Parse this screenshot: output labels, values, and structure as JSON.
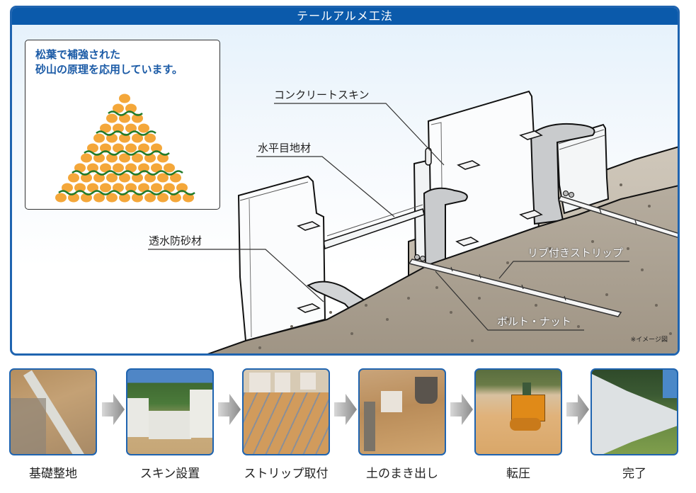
{
  "header": {
    "title": "テールアルメ工法"
  },
  "principle": {
    "line1": "松葉で補強された",
    "line2": "砂山の原理を応用しています。",
    "colors": {
      "sand_ball": "#f4a73a",
      "pine_needle": "#1f7a2a",
      "text": "#1a5aa6"
    }
  },
  "callouts": {
    "concrete_skin": "コンクリートスキン",
    "horizontal_joint": "水平目地材",
    "permeable_filter": "透水防砂材",
    "ribbed_strip": "リブ付きストリップ",
    "bolt_nut": "ボルト・ナット"
  },
  "image_note": "※イメージ図",
  "steps": [
    {
      "label": "基礎整地",
      "icon": "foundation-photo"
    },
    {
      "label": "スキン設置",
      "icon": "skin-install-photo"
    },
    {
      "label": "ストリップ取付",
      "icon": "strip-attach-photo"
    },
    {
      "label": "土のまき出し",
      "icon": "soil-spreading-photo"
    },
    {
      "label": "転圧",
      "icon": "compaction-photo"
    },
    {
      "label": "完了",
      "icon": "completed-wall-photo"
    }
  ],
  "colors": {
    "accent": "#0b5aab",
    "border": "#1f64b0",
    "soil": "#a79c8c"
  }
}
